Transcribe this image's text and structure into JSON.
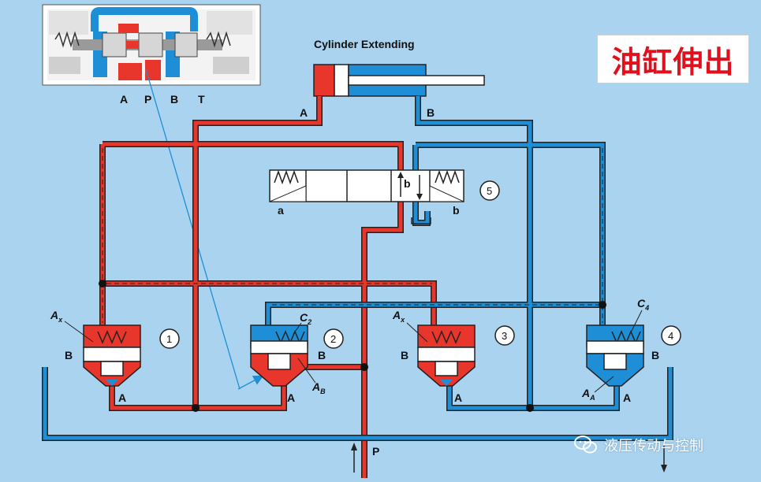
{
  "diagram_title": "Cylinder Extending",
  "cn_title": "油缸伸出",
  "inset_ports": [
    "A",
    "P",
    "B",
    "T"
  ],
  "cylinder_ports": {
    "a": "A",
    "b": "B"
  },
  "supply_label": "P",
  "pilot_valve": {
    "number": "5",
    "left_label": "a",
    "right_label": "b",
    "pilot_label": "b"
  },
  "cartridge_valves": [
    {
      "number": "1",
      "area_label": "A",
      "area_sub": "x",
      "port_b": "B",
      "port_a": "A"
    },
    {
      "number": "2",
      "area_label": "A",
      "area_sub": "B",
      "spring_label": "C",
      "spring_sub": "2",
      "port_b": "B",
      "port_a": "A"
    },
    {
      "number": "3",
      "area_label": "A",
      "area_sub": "x",
      "port_b": "B",
      "port_a": "A"
    },
    {
      "number": "4",
      "area_label": "A",
      "area_sub": "A",
      "spring_label": "C",
      "spring_sub": "4",
      "port_b": "B",
      "port_a": "A"
    }
  ],
  "watermark": "液压传动与控制",
  "colors": {
    "pressure": "#e8362c",
    "return": "#1e8fd6",
    "background": "#a9d3ef",
    "title_text": "#e0101c"
  }
}
